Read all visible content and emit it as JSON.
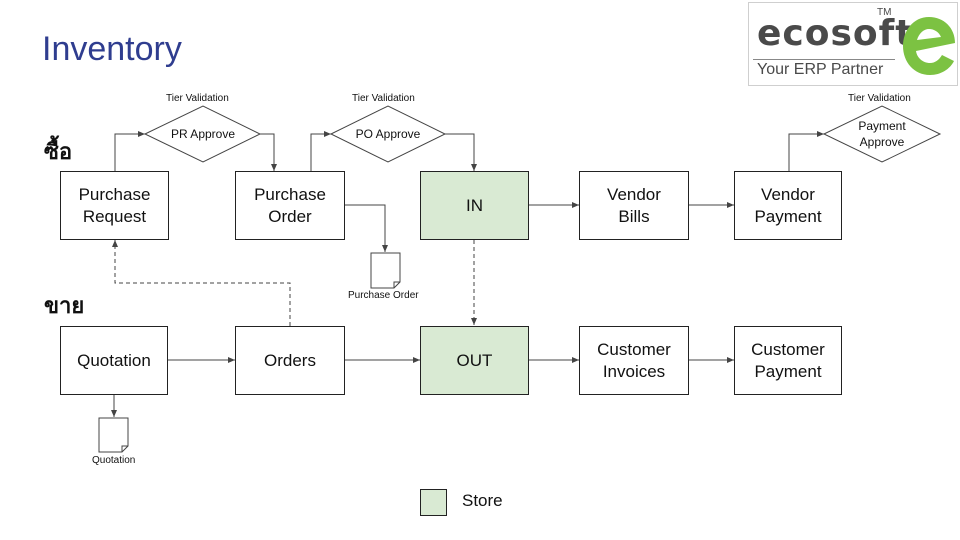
{
  "page": {
    "title": "Inventory"
  },
  "sections": {
    "purchase": "ซื้อ",
    "sales": "ขาย"
  },
  "logo": {
    "word": "ecosoft",
    "tagline": "Your ERP Partner",
    "tm": "TM",
    "accent_color": "#7cc242"
  },
  "nodes": {
    "purchase_request": "Purchase\nRequest",
    "purchase_order": "Purchase\nOrder",
    "in": "IN",
    "vendor_bills": "Vendor\nBills",
    "vendor_payment": "Vendor\nPayment",
    "quotation": "Quotation",
    "orders": "Orders",
    "out": "OUT",
    "customer_invoices": "Customer\nInvoices",
    "customer_payment": "Customer\nPayment"
  },
  "decisions": {
    "pr_approve": "PR Approve",
    "po_approve": "PO Approve",
    "payment_approve": "Payment\nApprove"
  },
  "tier_validation": "Tier Validation",
  "documents": {
    "purchase_order": "Purchase Order",
    "quotation": "Quotation"
  },
  "legend": {
    "store_label": "Store",
    "store_color": "#d9ead3"
  }
}
